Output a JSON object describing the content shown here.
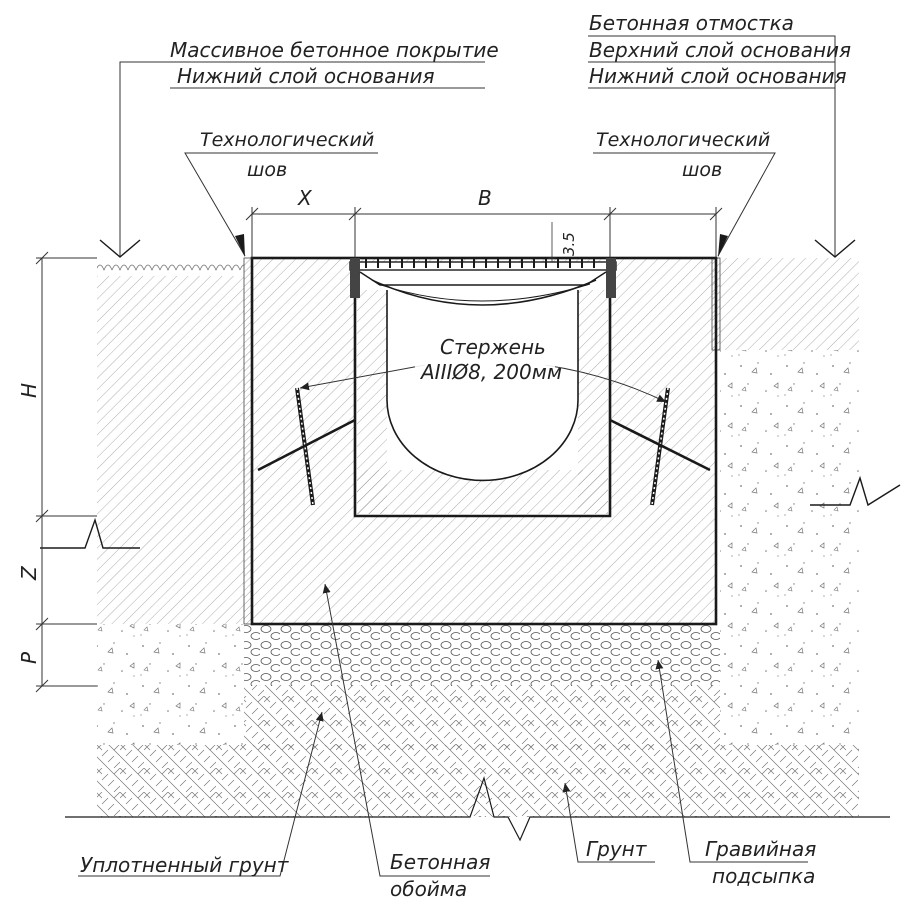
{
  "labels": {
    "massive_concrete": "Массивное бетонное покрытие",
    "lower_base_left": "Нижний слой основания",
    "concrete_apron": "Бетонная отмостка",
    "upper_base_right": "Верхний слой основания",
    "lower_base_right": "Нижний слой основания",
    "tech_seam_left_1": "Технологический",
    "tech_seam_left_2": "шов",
    "tech_seam_right_1": "Технологический",
    "tech_seam_right_2": "шов",
    "rod_1": "Стержень",
    "rod_2": "AIIIØ8, 200мм",
    "compacted_soil": "Уплотненный грунт",
    "concrete_shell_1": "Бетонная",
    "concrete_shell_2": "обойма",
    "soil": "Грунт",
    "gravel_1": "Гравийная",
    "gravel_2": "подсыпка"
  },
  "dimensions": {
    "x": "X",
    "b": "B",
    "h": "H",
    "z": "Z",
    "p": "P",
    "gap": "3.5"
  },
  "colors": {
    "line": "#1a1a1a",
    "hatch": "#555555",
    "background": "#ffffff"
  }
}
